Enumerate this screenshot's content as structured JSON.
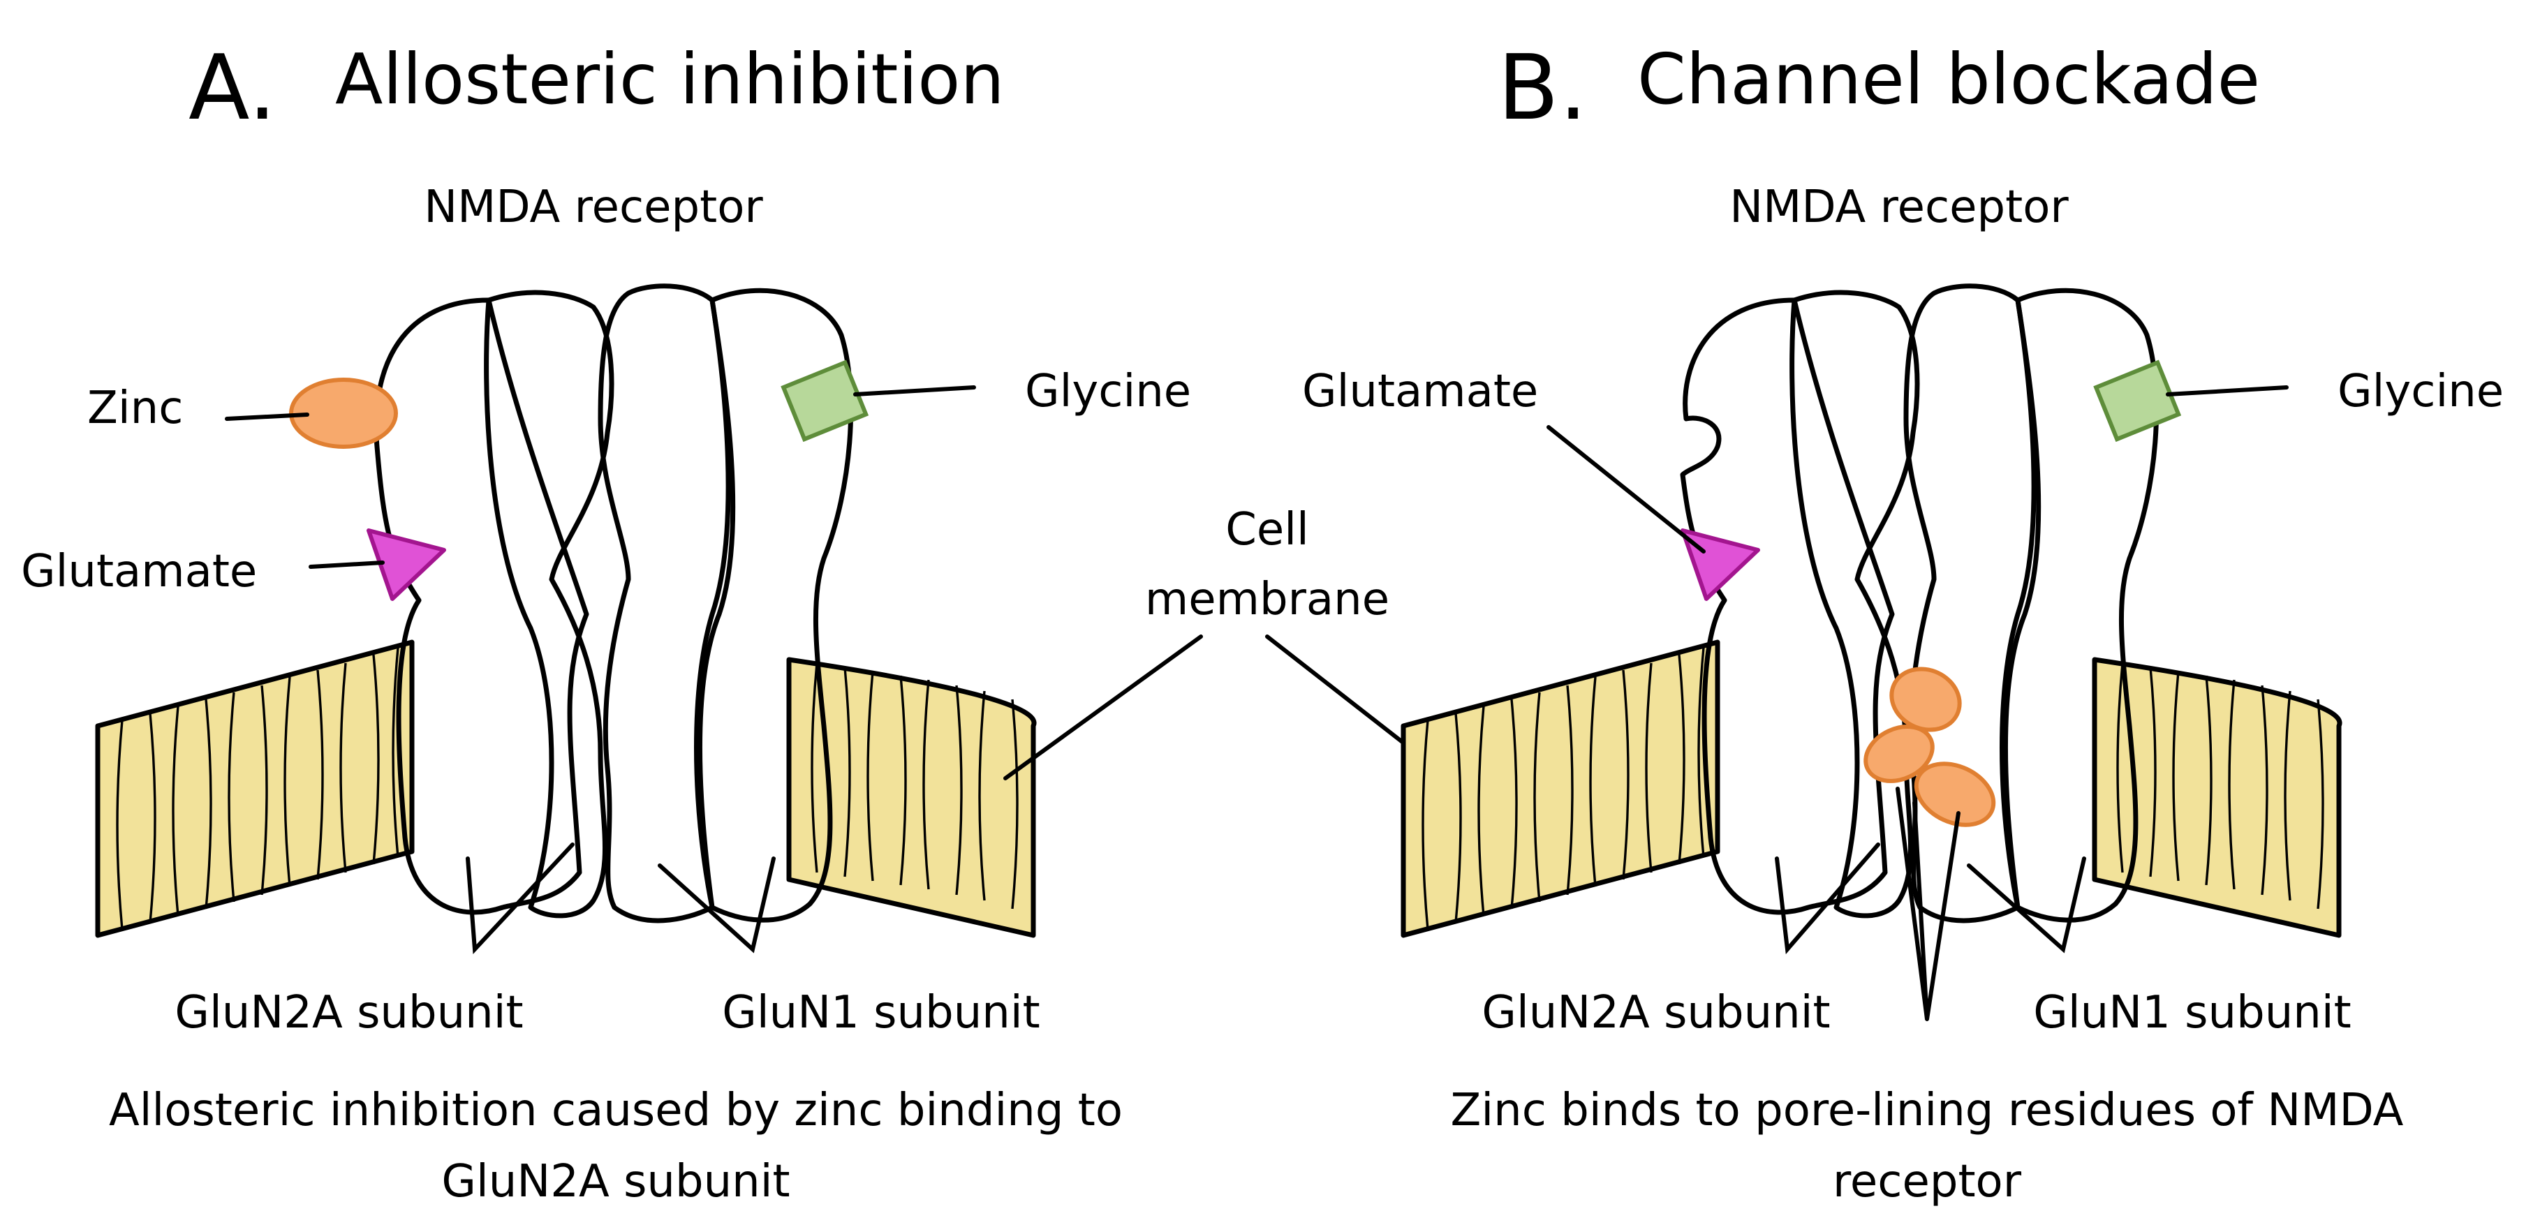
{
  "panels": [
    {
      "letter": "A.",
      "title": "Allosteric inhibition",
      "receptor_label": "NMDA receptor",
      "zinc_label": "Zinc",
      "glutamate_label": "Glutamate",
      "glycine_label": "Glycine",
      "membrane_label_line1": "Cell",
      "membrane_label_line2": "membrane",
      "glun2a_label": "GluN2A subunit",
      "glun1_label": "GluN1 subunit",
      "caption_line1": "Allosteric inhibition caused by zinc binding to",
      "caption_line2": "GluN2A subunit"
    },
    {
      "letter": "B.",
      "title": "Channel blockade",
      "receptor_label": "NMDA receptor",
      "glutamate_label": "Glutamate",
      "glycine_label": "Glycine",
      "glun2a_label": "GluN2A subunit",
      "glun1_label": "GluN1 subunit",
      "caption_line1": "Zinc binds to pore-lining residues of NMDA",
      "caption_line2": "receptor"
    }
  ],
  "colors": {
    "glun2a_subunit": "#8fb4d6",
    "glun1_subunit": "#3f76a3",
    "membrane": "#f2e29a",
    "zinc": "#f7a96c",
    "glutamate": "#e052d6",
    "glycine": "#b7d89a"
  }
}
